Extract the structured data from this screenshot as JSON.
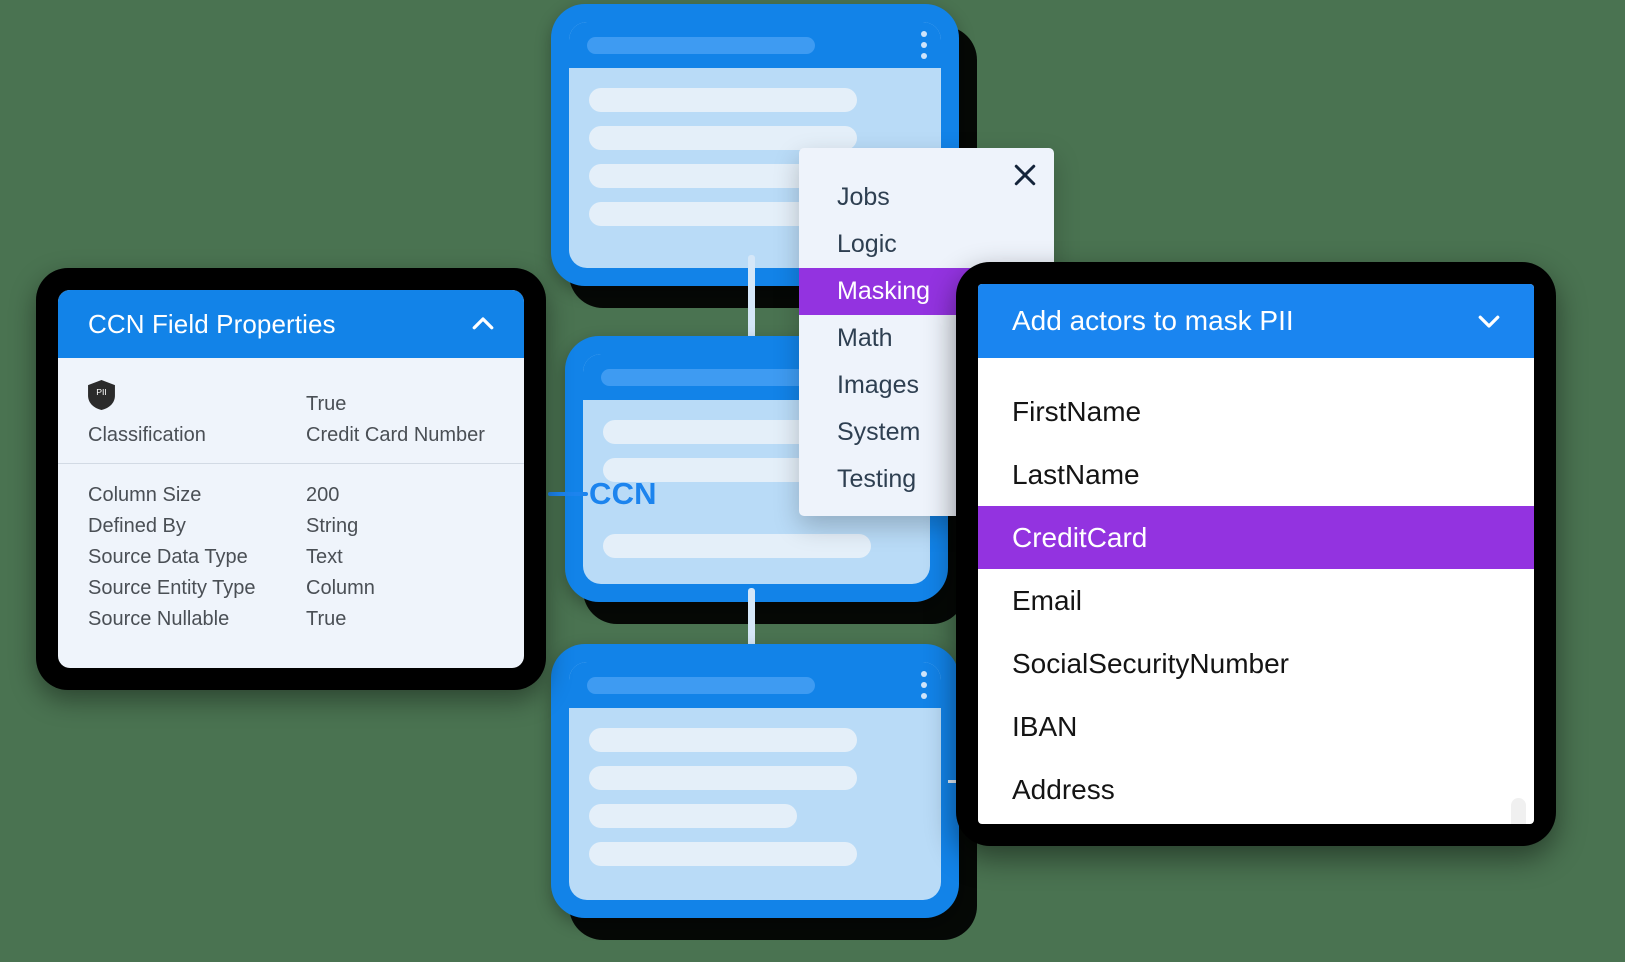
{
  "canvas": {
    "background": "#4a7351"
  },
  "colors": {
    "blue": "#1283e8",
    "blue_header": "#1a85f0",
    "purple": "#9333e0",
    "card_body": "#b9dbf7",
    "row": "#e4eff9",
    "panel_bg": "#eff4fb",
    "menu_bg": "#eef3fb",
    "text_dark": "#4a4f55",
    "ccn_blue": "#1c84ee"
  },
  "flow": {
    "nodes": [
      {
        "id": "node-top",
        "rows": 4,
        "row_widths": [
          "88%",
          "94%",
          "80%",
          "70%"
        ],
        "has_menu_dots": true
      },
      {
        "id": "node-middle",
        "rows": 4,
        "row_widths": [
          "94%",
          "88%",
          "70%",
          "94%"
        ],
        "has_menu_dots": false
      },
      {
        "id": "node-bottom",
        "rows": 4,
        "row_widths": [
          "94%",
          "94%",
          "74%",
          "94%"
        ],
        "has_menu_dots": true
      }
    ],
    "field_label": "CCN"
  },
  "properties_panel": {
    "title": "CCN Field Properties",
    "collapse_icon": "chevron-up-icon",
    "badge_icon": "pii-shield-icon",
    "badge_text": "PII",
    "primary_rows": [
      {
        "key": "PII",
        "key_is_badge": true,
        "value": "True"
      },
      {
        "key": "Classification",
        "key_is_badge": false,
        "value": "Credit Card Number"
      }
    ],
    "detail_rows": [
      {
        "key": "Column Size",
        "value": "200"
      },
      {
        "key": "Defined By",
        "value": "String"
      },
      {
        "key": "Source Data Type",
        "value": "Text"
      },
      {
        "key": "Source Entity Type",
        "value": "Column"
      },
      {
        "key": "Source Nullable",
        "value": "True"
      }
    ]
  },
  "category_menu": {
    "close_icon": "close-icon",
    "items": [
      {
        "label": "Jobs",
        "active": false
      },
      {
        "label": "Logic",
        "active": false
      },
      {
        "label": "Masking",
        "active": true
      },
      {
        "label": "Math",
        "active": false
      },
      {
        "label": "Images",
        "active": false
      },
      {
        "label": "System",
        "active": false
      },
      {
        "label": "Testing",
        "active": false
      }
    ]
  },
  "actors_panel": {
    "title": "Add actors to mask PII",
    "expand_icon": "chevron-down-icon",
    "items": [
      {
        "label": "FirstName",
        "active": false
      },
      {
        "label": "LastName",
        "active": false
      },
      {
        "label": "CreditCard",
        "active": true
      },
      {
        "label": "Email",
        "active": false
      },
      {
        "label": "SocialSecurityNumber",
        "active": false
      },
      {
        "label": "IBAN",
        "active": false
      },
      {
        "label": "Address",
        "active": false
      }
    ]
  }
}
